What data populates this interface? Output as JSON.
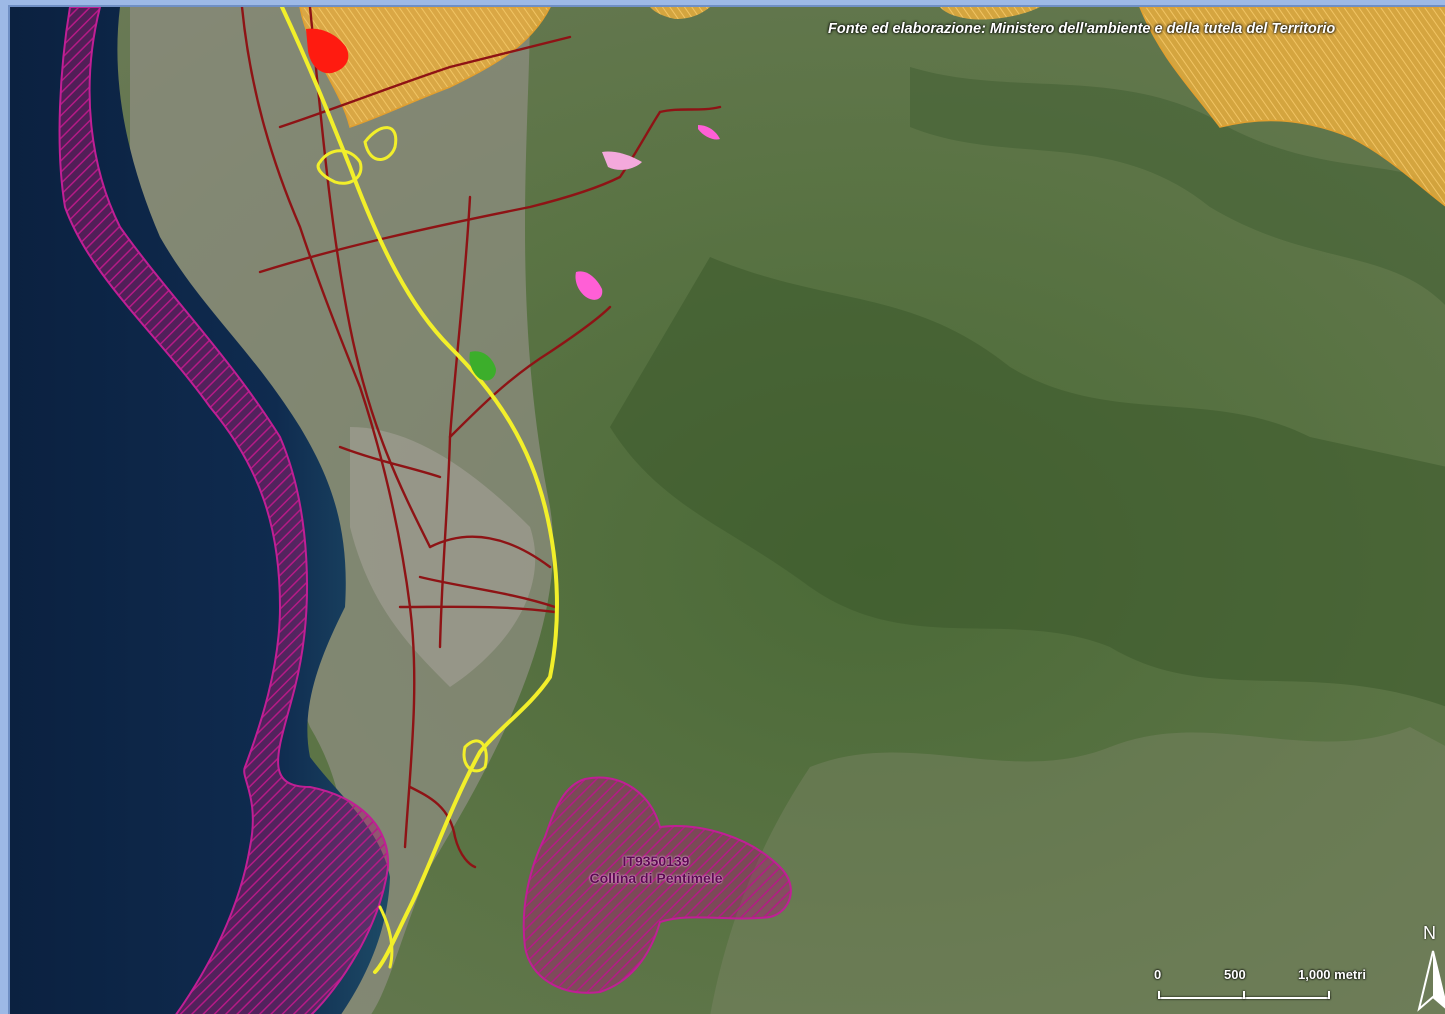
{
  "map": {
    "source_text": "Fonte ed elaborazione: Ministero dell'ambiente e della tutela del Territorio",
    "site": {
      "code": "IT9350139",
      "name": "Collina di Pentimele"
    },
    "scalebar": {
      "labels": [
        "0",
        "500",
        "1,000 metri"
      ]
    },
    "north_label": "N",
    "colors": {
      "sea": "#0d2443",
      "land": "#566f3e",
      "protected_area": "#a4196f",
      "other_area": "#e9ad3d",
      "highway": "#f2ef2a",
      "roads": "#8e1315",
      "site_red": "#ff1b10",
      "site_pink": "#ff5fd6",
      "site_light_pink": "#f4a9dc",
      "site_green": "#3cae2b"
    },
    "icons": [
      "north-arrow-icon",
      "scale-bar"
    ]
  }
}
